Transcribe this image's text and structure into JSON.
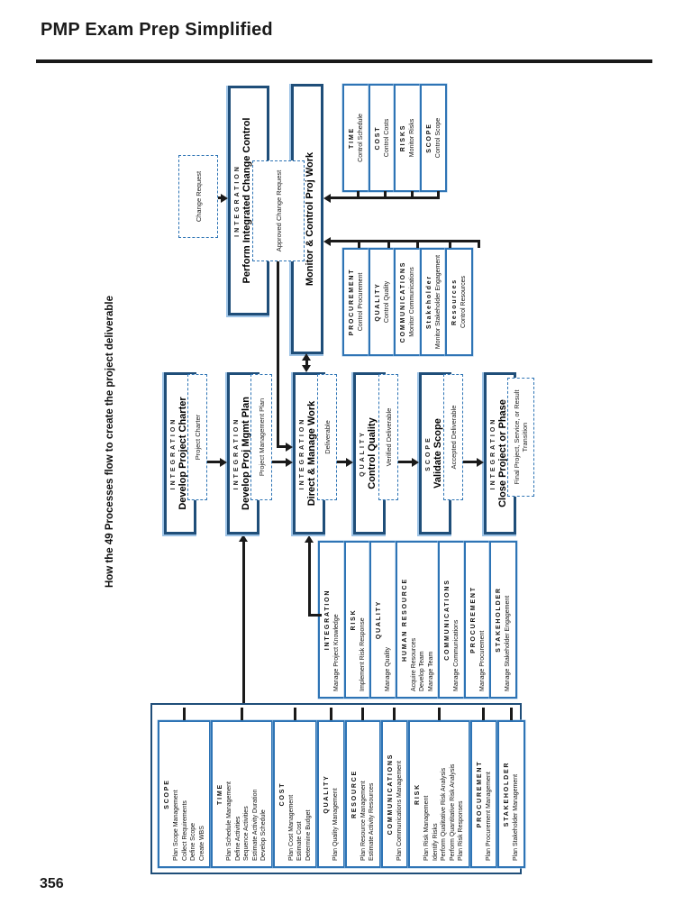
{
  "page": {
    "title": "PMP Exam Prep Simplified",
    "page_number": "356"
  },
  "diagram": {
    "title": "How the 49 Processes flow to create the project deliverable",
    "main_chain": [
      {
        "header": "INTEGRATION",
        "title": "Develop Project Charter",
        "artifact": "Project Charter"
      },
      {
        "header": "INTEGRATION",
        "title": "Develop Proj Mgmt Plan",
        "artifact": "Project Management Plan"
      },
      {
        "header": "INTEGRATION",
        "title": "Direct & Manage Work",
        "artifact": "Deliverable"
      },
      {
        "header": "QUALITY",
        "title": "Control Quality",
        "artifact": "Verified Deliverable"
      },
      {
        "header": "SCOPE",
        "title": "Validate Scope",
        "artifact": "Accepted Deliverable"
      },
      {
        "header": "INTEGRATION",
        "title": "Close Project or Phase",
        "artifact": "Final Project, Service, or Result Transition"
      }
    ],
    "monitor_box": {
      "header": "INTEGRATION",
      "title": "Monitor & Control Proj Work"
    },
    "icc_box": {
      "header": "INTEGRATION",
      "title": "Perform Integrated Change Control"
    },
    "change_request": {
      "label": "Change Request"
    },
    "approved_change_request": {
      "label": "Approved Change Request"
    },
    "planning": {
      "bars": [
        {
          "header": "SCOPE",
          "processes": [
            "Plan Scope Management",
            "Collect Requirements",
            "Define Scope",
            "Create WBS"
          ]
        },
        {
          "header": "TIME",
          "processes": [
            "Plan Schedule Management",
            "Define Activities",
            "Sequence Activities",
            "Estimate Activity Duration",
            "Develop Schedule"
          ]
        },
        {
          "header": "COST",
          "processes": [
            "Plan Cost Management",
            "Estimate Cost",
            "Determine Budget"
          ]
        },
        {
          "header": "QUALITY",
          "processes": [
            "Plan Quality Management"
          ]
        },
        {
          "header": "RESOURCE",
          "processes": [
            "Plan Resource Management",
            "Estimate Activity Resources"
          ]
        },
        {
          "header": "COMMUNICATIONS",
          "processes": [
            "Plan Communications Management"
          ]
        },
        {
          "header": "RISK",
          "processes": [
            "Plan Risk Management",
            "Identify Risks",
            "Perform Qualitative Risk Analysis",
            "Perform Quantitative Risk Analysis",
            "Plan Risk Responses"
          ]
        },
        {
          "header": "PROCUREMENT",
          "processes": [
            "Plan Procurement Management"
          ]
        },
        {
          "header": "STAKEHOLDER",
          "processes": [
            "Plan Stakeholder Management"
          ]
        }
      ]
    },
    "execution": {
      "bars": [
        {
          "header": "INTEGRATION",
          "processes": [
            "Manage Project Knowledge"
          ]
        },
        {
          "header": "RISK",
          "processes": [
            "Implement Risk Response"
          ]
        },
        {
          "header": "QUALITY",
          "processes": [
            "Manage Quality"
          ]
        },
        {
          "header": "HUMAN RESOURCE",
          "processes": [
            "Acquire Resources",
            "Develop Team",
            "Manage Team"
          ]
        },
        {
          "header": "COMMUNICATIONS",
          "processes": [
            "Manage Communications"
          ]
        },
        {
          "header": "PROCUREMENT",
          "processes": [
            "Manage Procurement"
          ]
        },
        {
          "header": "STAKEHOLDER",
          "processes": [
            "Manage Stakeholder Engagement"
          ]
        }
      ]
    },
    "monitoring_left": {
      "bars": [
        {
          "header": "PROCUREMENT",
          "processes": [
            "Control Procurement"
          ]
        },
        {
          "header": "QUALITY",
          "processes": [
            "Control Quality"
          ]
        },
        {
          "header": "COMMUNICATIONS",
          "processes": [
            "Monitor Communications"
          ]
        },
        {
          "header": "Stakeholder",
          "processes": [
            "Monitor Stakeholder Engagement"
          ]
        },
        {
          "header": "Resources",
          "processes": [
            "Control Resources"
          ]
        }
      ]
    },
    "monitoring_right": {
      "bars": [
        {
          "header": "TIME",
          "processes": [
            "Control Schedule"
          ]
        },
        {
          "header": "COST",
          "processes": [
            "Control Costs"
          ]
        },
        {
          "header": "RISKS",
          "processes": [
            "Monitor Risks"
          ]
        },
        {
          "header": "SCOPE",
          "processes": [
            "Control Scope"
          ]
        }
      ]
    }
  },
  "colors": {
    "box_border": "#1f4e79",
    "strip_border": "#2e74b5",
    "line": "#1a1a1a",
    "accent_light": "#9dc3e6"
  }
}
